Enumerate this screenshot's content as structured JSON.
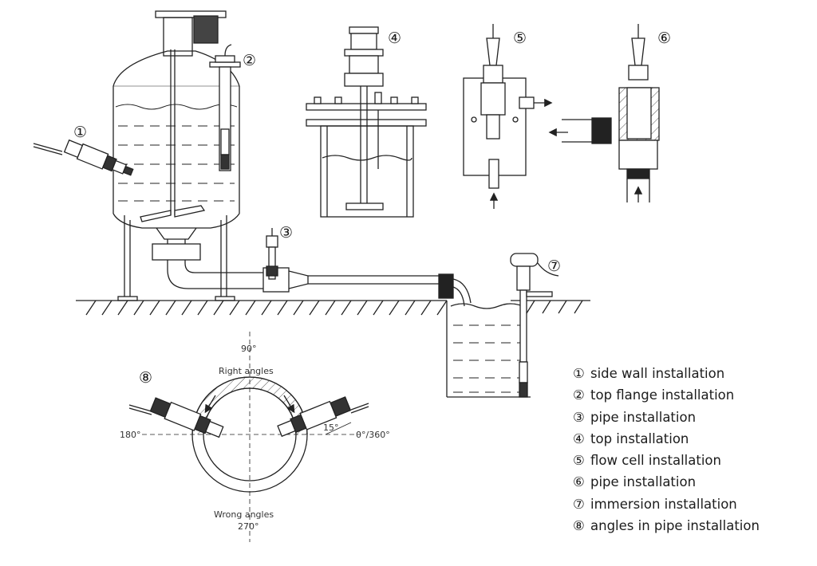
{
  "markers": {
    "m1": "①",
    "m2": "②",
    "m3": "③",
    "m4": "④",
    "m5": "⑤",
    "m6": "⑥",
    "m7": "⑦",
    "m8": "⑧"
  },
  "angles": {
    "top": "90°",
    "top_label": "Right angles",
    "left": "180°",
    "right": "0°/360°",
    "offset": "15°",
    "bottom_label": "Wrong angles",
    "bottom": "270°"
  },
  "legend": [
    {
      "marker": "①",
      "text": "side wall installation"
    },
    {
      "marker": "②",
      "text": "top flange installation"
    },
    {
      "marker": "③",
      "text": "pipe installation"
    },
    {
      "marker": "④",
      "text": "top installation"
    },
    {
      "marker": "⑤",
      "text": "flow cell installation"
    },
    {
      "marker": "⑥",
      "text": "pipe installation"
    },
    {
      "marker": "⑦",
      "text": "immersion installation"
    },
    {
      "marker": "⑧",
      "text": "angles in pipe installation"
    }
  ]
}
